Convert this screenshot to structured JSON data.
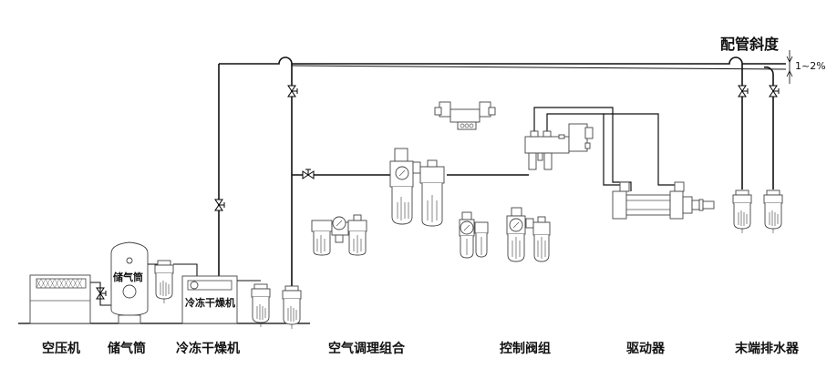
{
  "diagram": {
    "slope_title": "配管斜度",
    "slope_value": "1~2%",
    "inner_labels": {
      "receiver": "储气筒",
      "dryer": "冷冻干燥机"
    },
    "labels": [
      {
        "id": "compressor",
        "text": "空压机"
      },
      {
        "id": "receiver",
        "text": "储气筒"
      },
      {
        "id": "dryer",
        "text": "冷冻干燥机"
      },
      {
        "id": "air-prep",
        "text": "空气调理组合"
      },
      {
        "id": "valve-group",
        "text": "控制阀组"
      },
      {
        "id": "actuator",
        "text": "驱动器"
      },
      {
        "id": "drain",
        "text": "末端排水器"
      }
    ]
  }
}
